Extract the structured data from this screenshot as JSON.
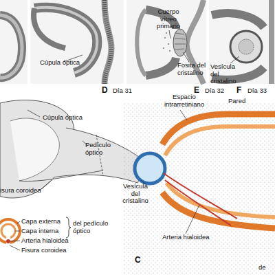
{
  "diagram": {
    "labels": [
      "Cúpula óptica",
      "D",
      "Día 31",
      "Cuerpo vítreo primario",
      "Fosita del cristalino",
      "E",
      "Día 32",
      "Vesícula del cristalino",
      "F",
      "Día 33",
      "Cúpula óptica",
      "Pedículo óptico",
      "isura coroidea",
      "Capa externa",
      "Capa interna",
      "del pedículo óptico",
      "Arteria hialoidea",
      "Fisura coroidea",
      "Espacio intrarretiniano",
      "Pared",
      "Vesícula del cristalino",
      "Arteria hialoidea",
      "C",
      "de"
    ]
  }
}
